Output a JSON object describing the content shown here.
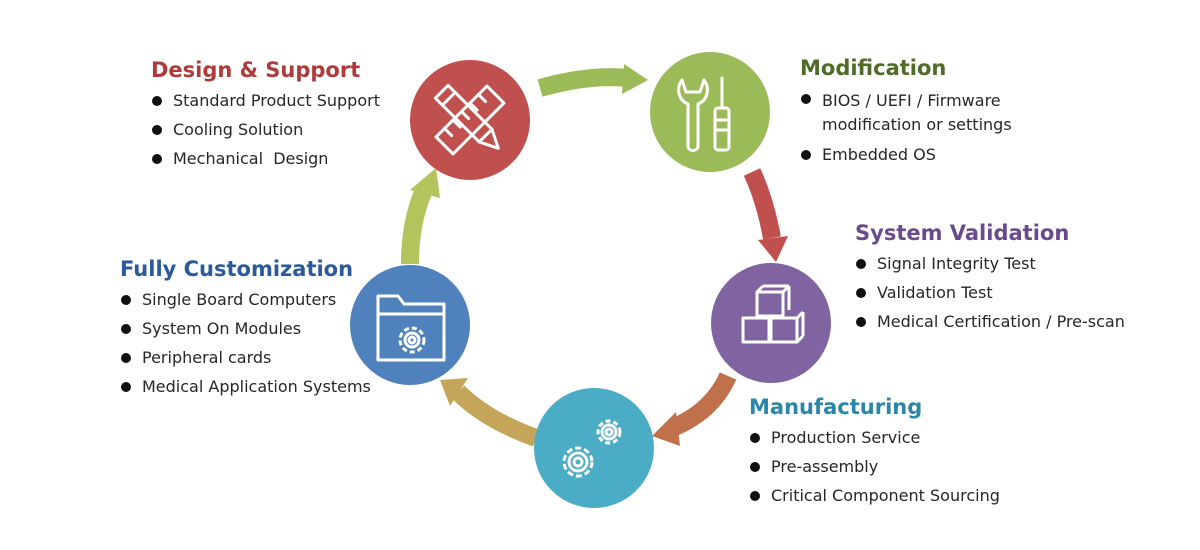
{
  "stages": [
    {
      "id": "design",
      "title": "Design & Support",
      "color": "#c0504d",
      "icon": "pencil-ruler-icon",
      "items": [
        "Standard Product Support",
        "Cooling Solution",
        "Mechanical  Design"
      ]
    },
    {
      "id": "modification",
      "title": "Modification",
      "color": "#9bbb59",
      "icon": "wrench-screwdriver-icon",
      "items": [
        "BIOS / UEFI / Firmware modification or settings",
        "Embedded OS"
      ]
    },
    {
      "id": "validation",
      "title": "System Validation",
      "color": "#8064a2",
      "icon": "cubes-icon",
      "items": [
        "Signal Integrity Test",
        "Validation Test",
        "Medical Certification / Pre-scan"
      ]
    },
    {
      "id": "manufacturing",
      "title": "Manufacturing",
      "color": "#4bacc6",
      "icon": "gears-icon",
      "items": [
        "Production Service",
        "Pre-assembly",
        "Critical Component Sourcing"
      ]
    },
    {
      "id": "custom",
      "title": "Fully Customization",
      "color": "#4f81bd",
      "icon": "folder-gear-icon",
      "items": [
        "Single Board Computers",
        "System On Modules",
        "Peripheral cards",
        "Medical Application Systems"
      ]
    }
  ],
  "arrow_colors": {
    "design_to_modification": "#9bbb59",
    "modification_to_validation": "#c0504d",
    "validation_to_manufacturing": "#c0704a",
    "manufacturing_to_custom": "#c4a55a",
    "custom_to_design": "#b5c35c"
  }
}
